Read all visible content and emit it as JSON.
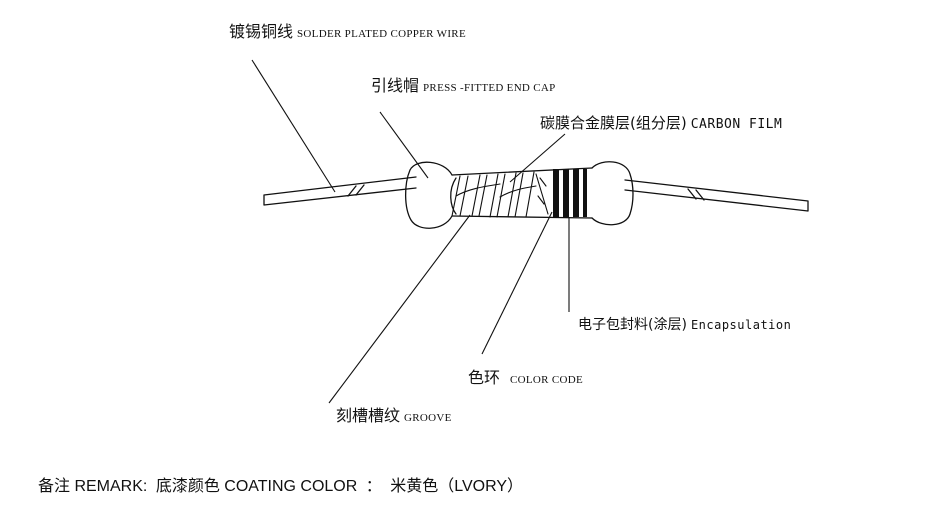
{
  "labels": {
    "wire": {
      "zh": "镀锡铜线",
      "en": "SOLDER PLATED COPPER WIRE"
    },
    "cap": {
      "zh": "引线帽",
      "en": "PRESS -FITTED END CAP"
    },
    "film": {
      "zh": "碳膜合金膜层(组分层)",
      "en": "CARBON FILM"
    },
    "encap": {
      "zh": "电子包封料(涂层)",
      "en": "Encapsulation"
    },
    "color": {
      "zh": "色环",
      "en": "COLOR CODE"
    },
    "groove": {
      "zh": "刻槽槽纹",
      "en": "GROOVE"
    }
  },
  "remark": {
    "prefix": "备注 REMARK:",
    "field": "底漆颜色 COATING COLOR",
    "sep": "：",
    "value": "米黄色（LVORY）"
  },
  "colors": {
    "ink": "#111111",
    "background": "#ffffff"
  }
}
